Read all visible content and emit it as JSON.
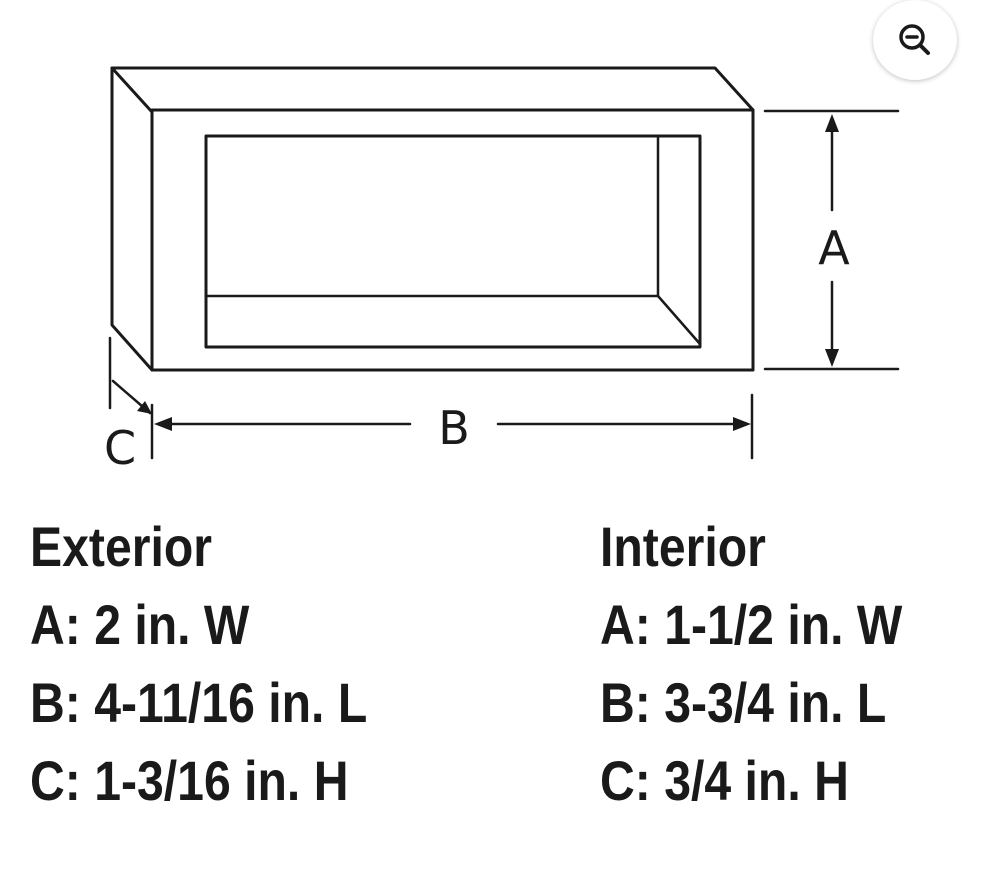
{
  "diagram": {
    "label_a": "A",
    "label_b": "B",
    "label_c": "C"
  },
  "zoom": {
    "icon": "zoom-out-icon"
  },
  "exterior": {
    "title": "Exterior",
    "lines": [
      "A: 2 in. W",
      "B: 4-11/16 in. L",
      "C: 1-3/16 in. H"
    ]
  },
  "interior": {
    "title": "Interior",
    "lines": [
      "A: 1-1/2 in. W",
      "B: 3-3/4 in. L",
      "C: 3/4 in. H"
    ]
  },
  "colors": {
    "line": "#1a1a1a",
    "text": "#1a1a1a",
    "background": "#ffffff"
  }
}
